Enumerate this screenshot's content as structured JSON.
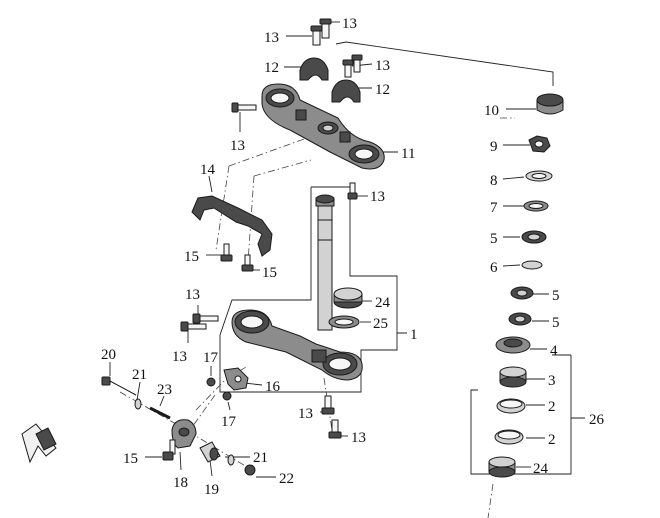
{
  "diagram": {
    "callouts": [
      {
        "id": "c13a",
        "text": "13"
      },
      {
        "id": "c13b",
        "text": "13"
      },
      {
        "id": "c12a",
        "text": "12"
      },
      {
        "id": "c13c",
        "text": "13"
      },
      {
        "id": "c12b",
        "text": "12"
      },
      {
        "id": "c13d",
        "text": "13"
      },
      {
        "id": "c11",
        "text": "11"
      },
      {
        "id": "c13e",
        "text": "13"
      },
      {
        "id": "c14",
        "text": "14"
      },
      {
        "id": "c15a",
        "text": "15"
      },
      {
        "id": "c15b",
        "text": "15"
      },
      {
        "id": "c24a",
        "text": "24"
      },
      {
        "id": "c25",
        "text": "25"
      },
      {
        "id": "c1",
        "text": "1"
      },
      {
        "id": "c13f",
        "text": "13"
      },
      {
        "id": "c13g",
        "text": "13"
      },
      {
        "id": "c17a",
        "text": "17"
      },
      {
        "id": "c16",
        "text": "16"
      },
      {
        "id": "c17b",
        "text": "17"
      },
      {
        "id": "c20",
        "text": "20"
      },
      {
        "id": "c21a",
        "text": "21"
      },
      {
        "id": "c23",
        "text": "23"
      },
      {
        "id": "c15c",
        "text": "15"
      },
      {
        "id": "c18",
        "text": "18"
      },
      {
        "id": "c19",
        "text": "19"
      },
      {
        "id": "c21b",
        "text": "21"
      },
      {
        "id": "c22",
        "text": "22"
      },
      {
        "id": "c13h",
        "text": "13"
      },
      {
        "id": "c13i",
        "text": "13"
      },
      {
        "id": "c10",
        "text": "10"
      },
      {
        "id": "c9",
        "text": "9"
      },
      {
        "id": "c8",
        "text": "8"
      },
      {
        "id": "c7",
        "text": "7"
      },
      {
        "id": "c5a",
        "text": "5"
      },
      {
        "id": "c6",
        "text": "6"
      },
      {
        "id": "c5b",
        "text": "5"
      },
      {
        "id": "c5c",
        "text": "5"
      },
      {
        "id": "c4",
        "text": "4"
      },
      {
        "id": "c3",
        "text": "3"
      },
      {
        "id": "c2a",
        "text": "2"
      },
      {
        "id": "c26",
        "text": "26"
      },
      {
        "id": "c2b",
        "text": "2"
      },
      {
        "id": "c24b",
        "text": "24"
      }
    ]
  }
}
